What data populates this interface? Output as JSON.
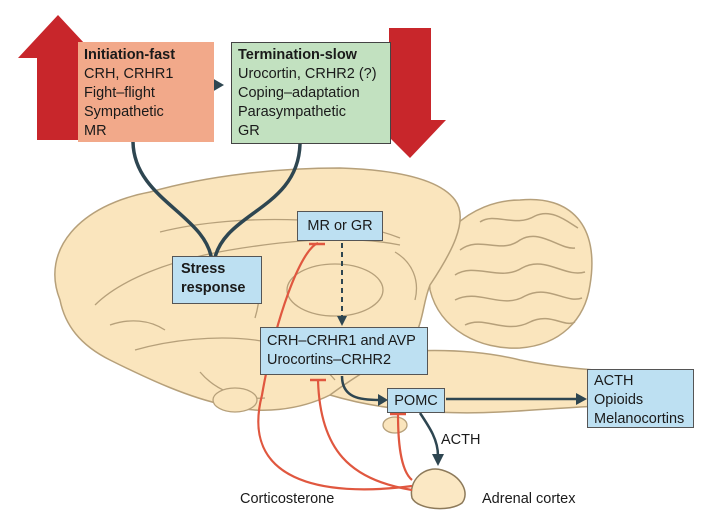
{
  "initiation": {
    "title": "Initiation-fast",
    "lines": [
      "CRH, CRHR1",
      "Fight–flight",
      "Sympathetic",
      "MR"
    ]
  },
  "termination": {
    "title": "Termination-slow",
    "lines": [
      "Urocortin, CRHR2 (?)",
      "Coping–adaptation",
      "Parasympathetic",
      "GR"
    ]
  },
  "stress_response": [
    "Stress",
    "response"
  ],
  "mr_or_gr": "MR or GR",
  "crh_box": [
    "CRH–CRHR1 and AVP",
    "Urocortins–CRHR2"
  ],
  "pomc": "POMC",
  "outputs": [
    "ACTH",
    "Opioids",
    "Melanocortins"
  ],
  "acth_label": "ACTH",
  "corticosterone_label": "Corticosterone",
  "adrenal_label": "Adrenal cortex",
  "colors": {
    "brain_fill": "#fae5bd",
    "brain_stroke": "#b6a07a",
    "init_box": "#f2a98a",
    "term_box": "#c2e1c0",
    "blue_box": "#bde0f2",
    "red_arrow": "#c8262b",
    "inhibit_line": "#e0573f",
    "path_line": "#2e4651"
  }
}
